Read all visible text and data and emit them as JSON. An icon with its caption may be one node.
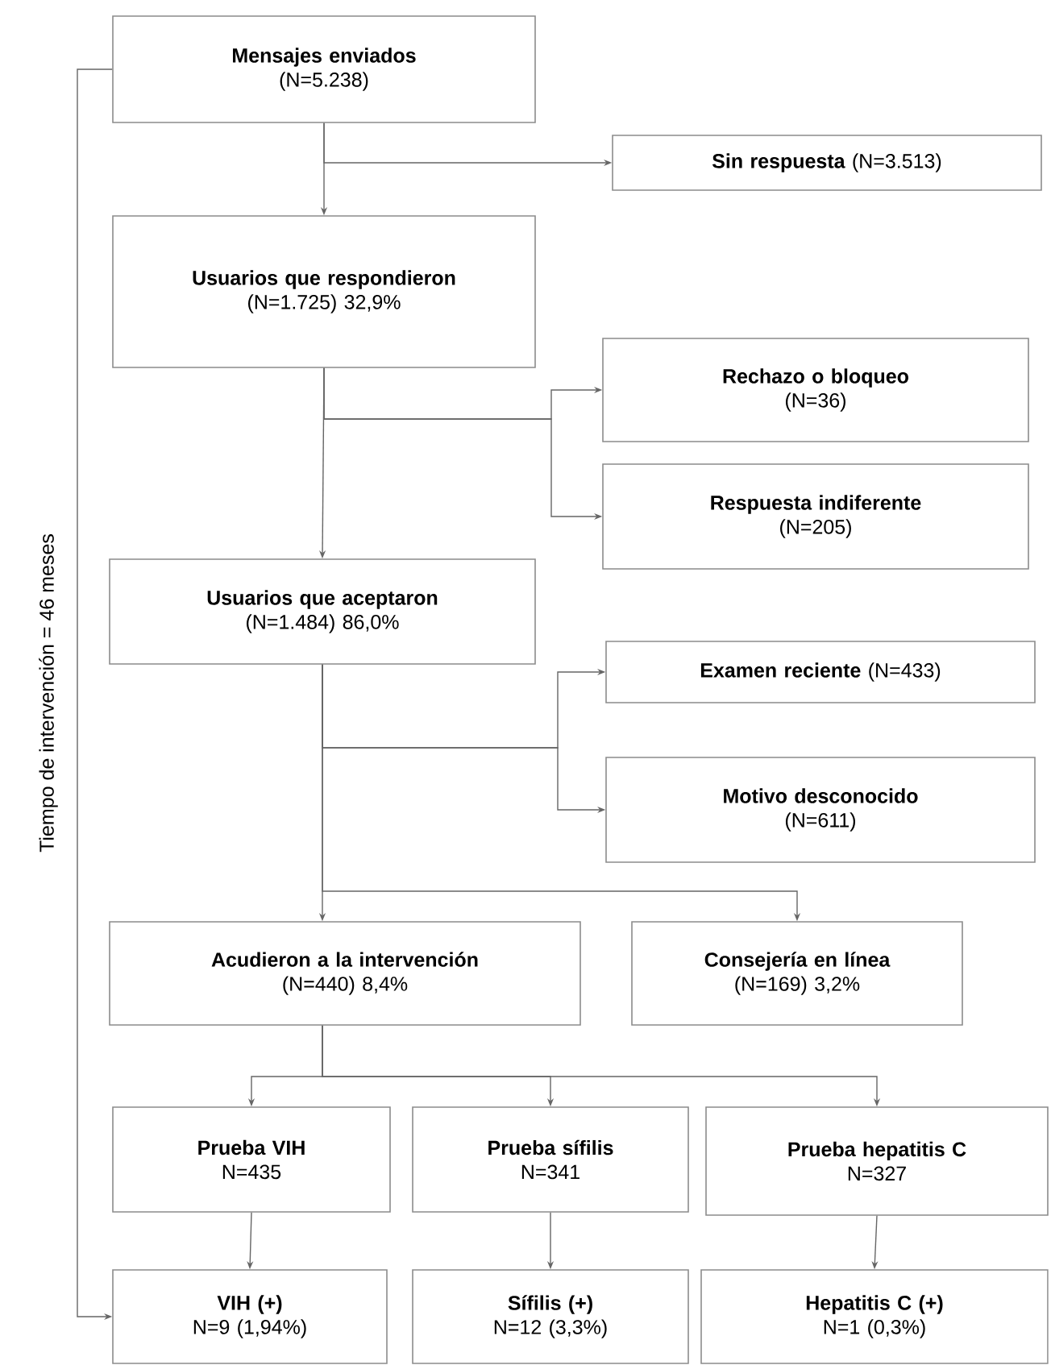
{
  "diagram": {
    "nodes": [
      {
        "text": [
          "Mensajes enviados",
          "(N=5.238)"
        ]
      },
      {
        "text": [
          "Sin respuesta",
          "(N=3.513)"
        ]
      },
      {
        "text": [
          "Usuarios que respondieron",
          "(N=1.725) 32,9%"
        ]
      },
      {
        "text": [
          "Rechazo o bloqueo",
          "(N=36)"
        ]
      },
      {
        "text": [
          "Respuesta indiferente",
          "(N=205)"
        ]
      },
      {
        "text": [
          "Usuarios que aceptaron",
          "(N=1.484) 86,0%"
        ]
      },
      {
        "text": [
          "Examen reciente",
          "(N=433)"
        ]
      },
      {
        "text": [
          "Motivo desconocido",
          "(N=611)"
        ]
      },
      {
        "text": [
          "Acudieron a la intervención",
          "(N=440) 8,4%"
        ]
      },
      {
        "text": [
          "Consejería en línea",
          "(N=169) 3,2%"
        ]
      },
      {
        "text": [
          "Prueba VIH",
          "N=435"
        ]
      },
      {
        "text": [
          "Prueba sífilis",
          "N=341"
        ]
      },
      {
        "text": [
          "Prueba hepatitis C",
          "N=327"
        ]
      },
      {
        "text": [
          "VIH (+)",
          "N=9 (1,94%)"
        ]
      },
      {
        "text": [
          "Sífilis (+)",
          "N=12 (3,3%)"
        ]
      },
      {
        "text": [
          "Hepatitis C (+)",
          "N=1 (0,3%)"
        ]
      }
    ],
    "edges": [
      {
        "from": 0,
        "to": 2,
        "arrow": "to"
      },
      {
        "from": 0,
        "to": 1,
        "arrow": "to"
      },
      {
        "from": 2,
        "to": 3,
        "arrow": "to"
      },
      {
        "from": 2,
        "to": 4,
        "arrow": "to"
      },
      {
        "from": 2,
        "to": 5,
        "arrow": "to"
      },
      {
        "from": 5,
        "to": 6,
        "arrow": "to"
      },
      {
        "from": 5,
        "to": 7,
        "arrow": "to"
      },
      {
        "from": 5,
        "to": 8,
        "arrow": "to"
      },
      {
        "from": 5,
        "to": 9,
        "arrow": "to"
      },
      {
        "from": 8,
        "to": 10,
        "arrow": "to"
      },
      {
        "from": 8,
        "to": 11,
        "arrow": "to"
      },
      {
        "from": 8,
        "to": 12,
        "arrow": "to"
      },
      {
        "from": 10,
        "to": 13,
        "arrow": "to"
      },
      {
        "from": 11,
        "to": 14,
        "arrow": "to"
      },
      {
        "from": 12,
        "to": 15,
        "arrow": "to"
      },
      {
        "from": 0,
        "to": 13,
        "arrow": "to",
        "label": "Tiempo de intervención = 46 meses"
      }
    ]
  }
}
